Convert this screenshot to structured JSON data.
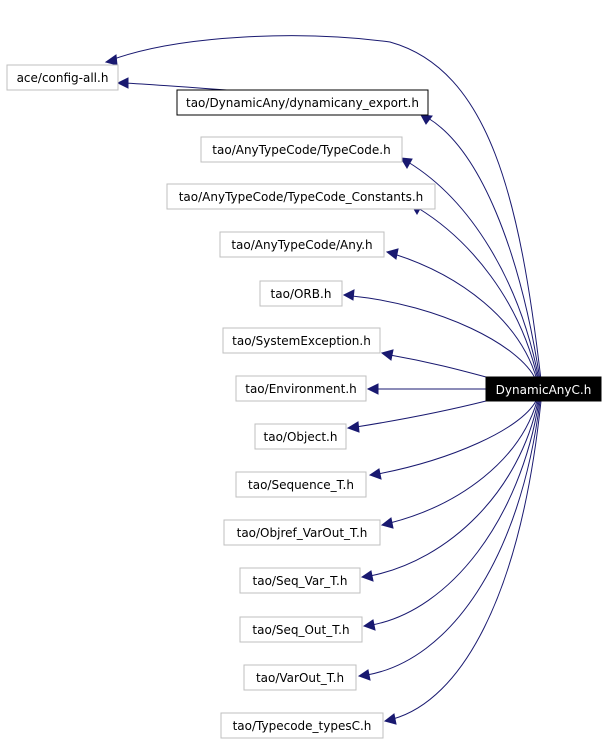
{
  "graph": {
    "root": "DynamicAnyC.h",
    "root_style": {
      "fill": "#000000",
      "text": "#ffffff"
    },
    "linked_style": {
      "fill": "#ffffff",
      "stroke": "#000000"
    },
    "default_style": {
      "fill": "#ffffff",
      "stroke": "#bfbfbf"
    },
    "edge_color": "#191970",
    "nodes": [
      {
        "id": "config_all",
        "label": "ace/config-all.h",
        "style": "default"
      },
      {
        "id": "dyn_export",
        "label": "tao/DynamicAny/dynamicany_export.h",
        "style": "linked"
      },
      {
        "id": "typecode",
        "label": "tao/AnyTypeCode/TypeCode.h",
        "style": "default"
      },
      {
        "id": "typecode_constants",
        "label": "tao/AnyTypeCode/TypeCode_Constants.h",
        "style": "default"
      },
      {
        "id": "any",
        "label": "tao/AnyTypeCode/Any.h",
        "style": "default"
      },
      {
        "id": "orb",
        "label": "tao/ORB.h",
        "style": "default"
      },
      {
        "id": "sysexc",
        "label": "tao/SystemException.h",
        "style": "default"
      },
      {
        "id": "environment",
        "label": "tao/Environment.h",
        "style": "default"
      },
      {
        "id": "object",
        "label": "tao/Object.h",
        "style": "default"
      },
      {
        "id": "sequence_t",
        "label": "tao/Sequence_T.h",
        "style": "default"
      },
      {
        "id": "objref_varout",
        "label": "tao/Objref_VarOut_T.h",
        "style": "default"
      },
      {
        "id": "seq_var",
        "label": "tao/Seq_Var_T.h",
        "style": "default"
      },
      {
        "id": "seq_out",
        "label": "tao/Seq_Out_T.h",
        "style": "default"
      },
      {
        "id": "varout",
        "label": "tao/VarOut_T.h",
        "style": "default"
      },
      {
        "id": "typecode_types",
        "label": "tao/Typecode_typesC.h",
        "style": "default"
      }
    ],
    "edges": [
      {
        "from": "root",
        "to": "config_all"
      },
      {
        "from": "dyn_export",
        "to": "config_all"
      },
      {
        "from": "root",
        "to": "dyn_export"
      },
      {
        "from": "root",
        "to": "typecode"
      },
      {
        "from": "root",
        "to": "typecode_constants"
      },
      {
        "from": "root",
        "to": "any"
      },
      {
        "from": "root",
        "to": "orb"
      },
      {
        "from": "root",
        "to": "sysexc"
      },
      {
        "from": "root",
        "to": "environment"
      },
      {
        "from": "root",
        "to": "object"
      },
      {
        "from": "root",
        "to": "sequence_t"
      },
      {
        "from": "root",
        "to": "objref_varout"
      },
      {
        "from": "root",
        "to": "seq_var"
      },
      {
        "from": "root",
        "to": "seq_out"
      },
      {
        "from": "root",
        "to": "varout"
      },
      {
        "from": "root",
        "to": "typecode_types"
      }
    ]
  }
}
